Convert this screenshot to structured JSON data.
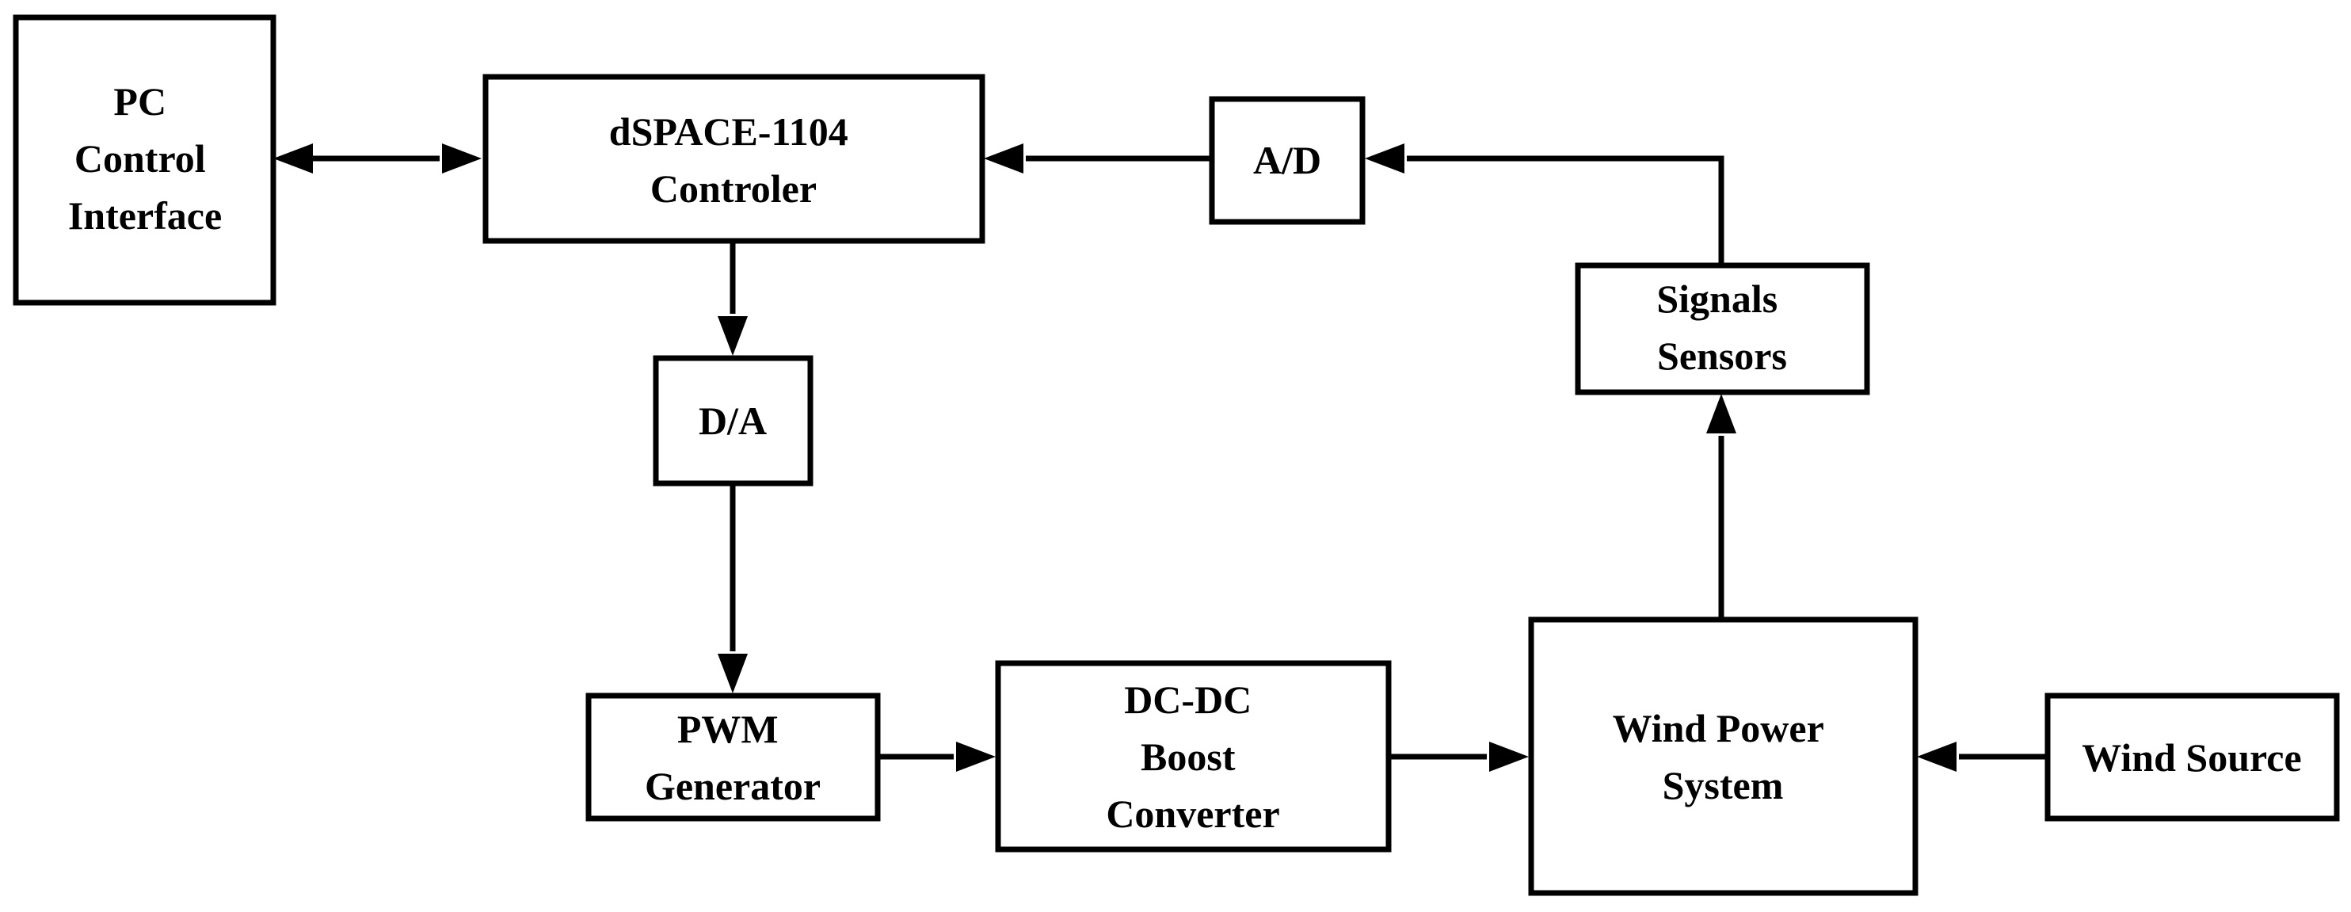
{
  "diagram": {
    "blocks": {
      "pc": [
        "PC",
        "Control",
        "Interface"
      ],
      "dspace": [
        "dSPACE-1104",
        "Controler"
      ],
      "ad": [
        "A/D"
      ],
      "da": [
        "D/A"
      ],
      "signals": [
        "Signals",
        "Sensors"
      ],
      "pwm": [
        "PWM",
        "Generator"
      ],
      "dcdc": [
        "DC-DC",
        "Boost",
        "Converter"
      ],
      "wps": [
        "Wind Power",
        "System"
      ],
      "wind": [
        "Wind Source"
      ]
    },
    "connections": [
      {
        "from": "pc",
        "to": "dspace",
        "bidirectional": true
      },
      {
        "from": "ad",
        "to": "dspace"
      },
      {
        "from": "signals",
        "to": "ad"
      },
      {
        "from": "dspace",
        "to": "da"
      },
      {
        "from": "da",
        "to": "pwm"
      },
      {
        "from": "pwm",
        "to": "dcdc"
      },
      {
        "from": "dcdc",
        "to": "wps"
      },
      {
        "from": "wind",
        "to": "wps"
      },
      {
        "from": "wps",
        "to": "signals"
      }
    ],
    "colors": {
      "stroke": "#000000",
      "background": "#ffffff",
      "text": "#000000"
    }
  }
}
